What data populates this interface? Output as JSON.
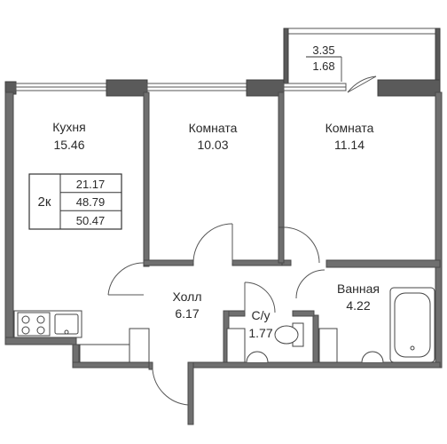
{
  "rooms": {
    "kitchen": {
      "name": "Кухня",
      "area": "15.46"
    },
    "room1": {
      "name": "Комната",
      "area": "10.03"
    },
    "room2": {
      "name": "Комната",
      "area": "11.14"
    },
    "hall": {
      "name": "Холл",
      "area": "6.17"
    },
    "wc": {
      "name": "С/у",
      "area": "1.77"
    },
    "bath": {
      "name": "Ванная",
      "area": "4.22"
    },
    "balcony": {
      "area_full": "3.35",
      "area_reduced": "1.68"
    }
  },
  "summary": {
    "type": "2к",
    "living": "21.17",
    "total": "48.79",
    "total_with_balcony": "50.47"
  }
}
